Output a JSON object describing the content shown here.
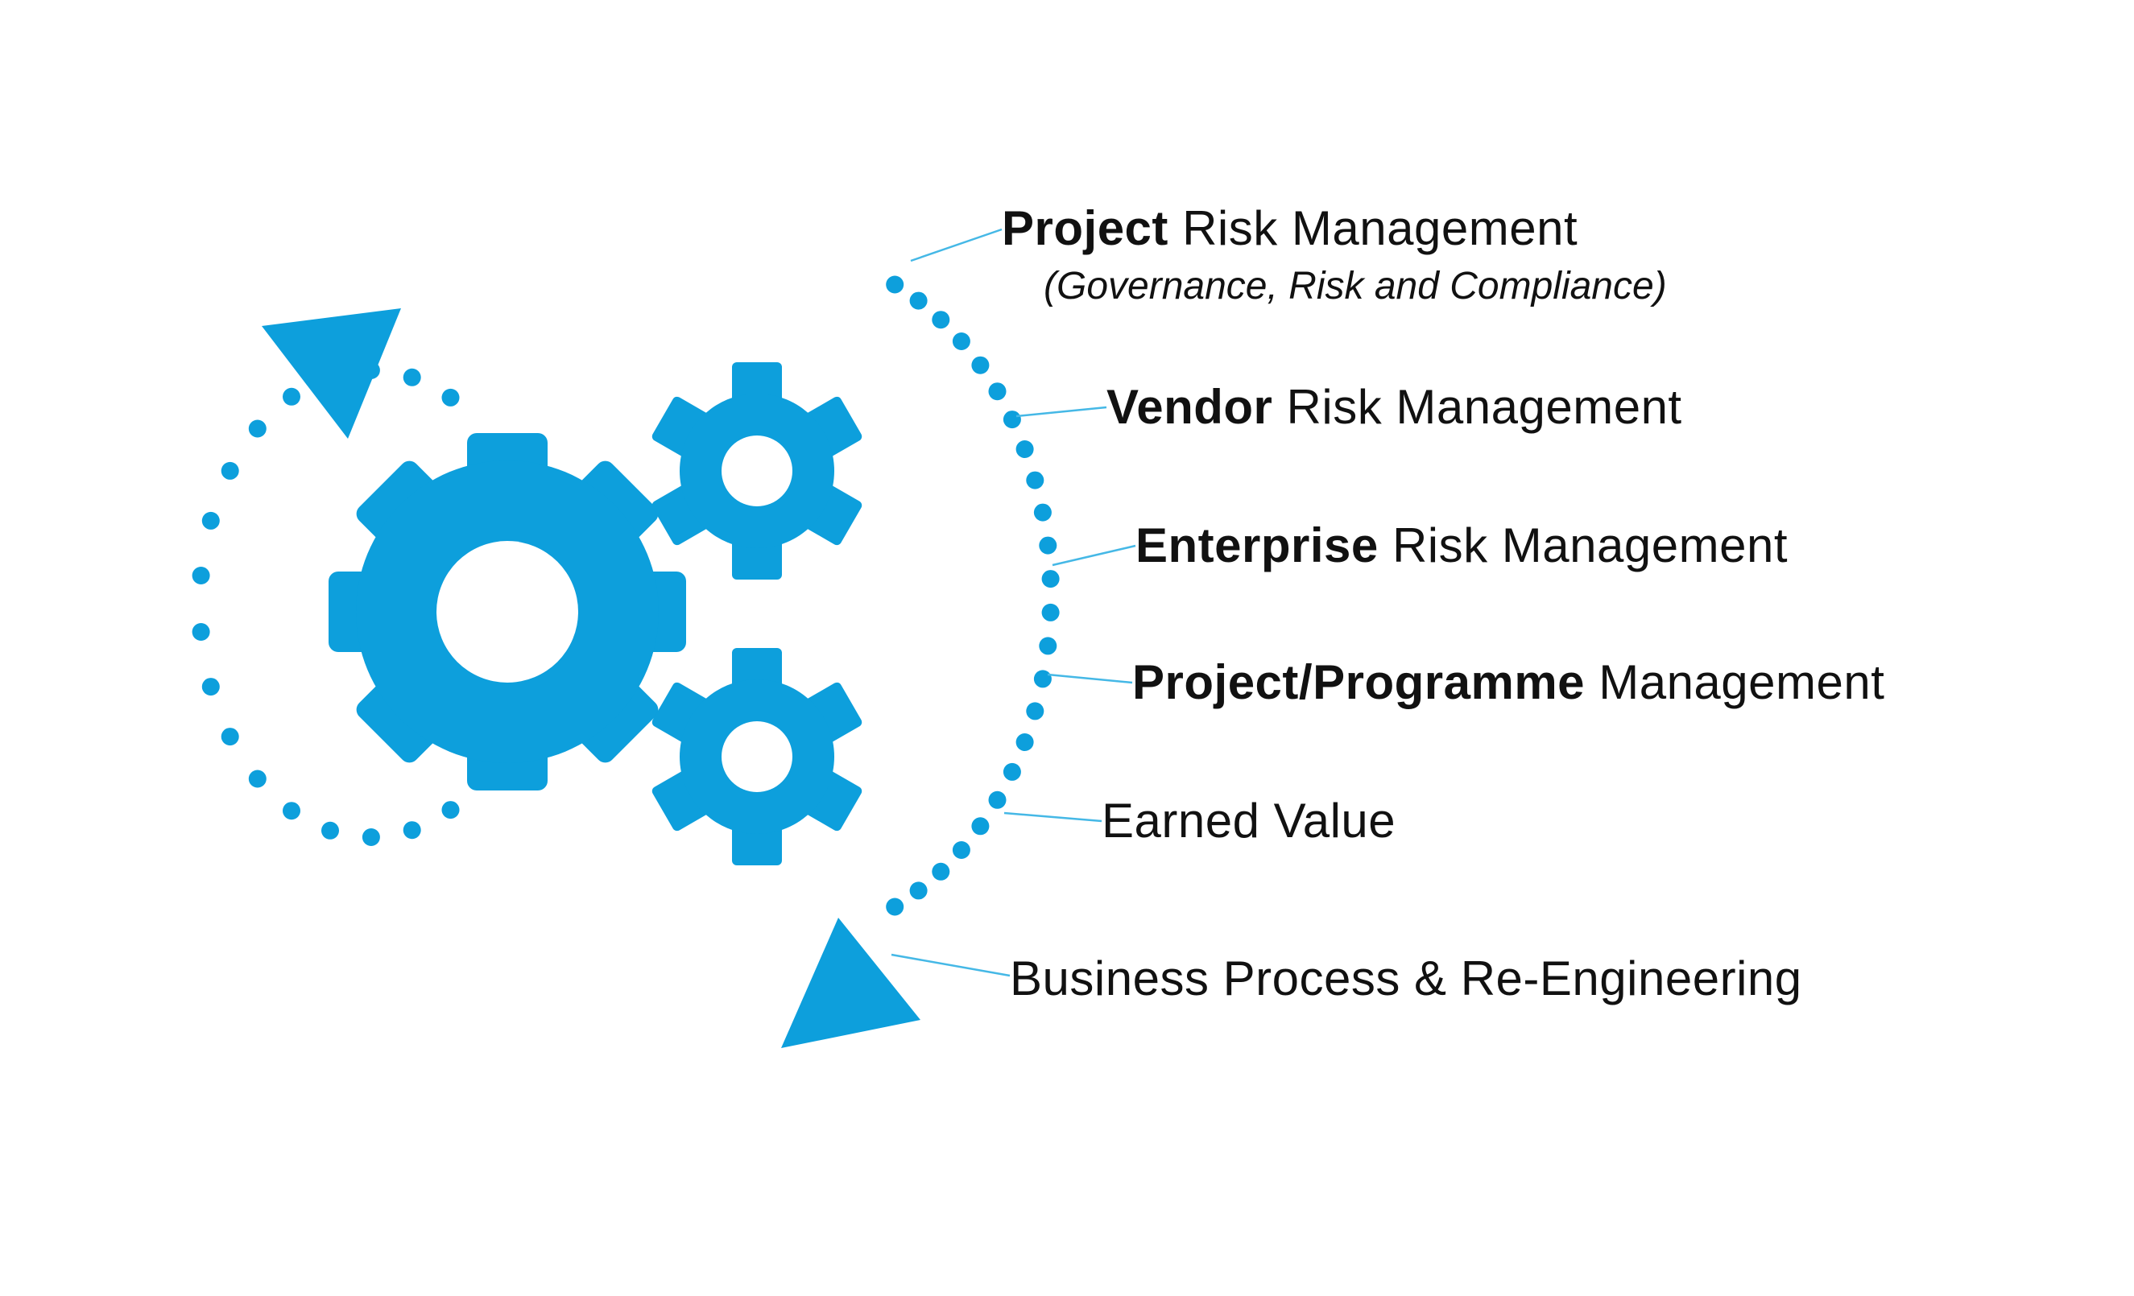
{
  "colors": {
    "accent": "#0d9fdc",
    "text": "#111111",
    "connector": "#45b8e6"
  },
  "icons": {
    "gears": "gears-icon",
    "arrows": "cycle-arrows"
  },
  "items": [
    {
      "bold": "Project",
      "regular": " Risk Management",
      "sub": "(Governance, Risk and Compliance)"
    },
    {
      "bold": "Vendor",
      "regular": " Risk Management"
    },
    {
      "bold": "Enterprise",
      "regular": " Risk Management"
    },
    {
      "bold": "Project/Programme",
      "regular": " Management"
    },
    {
      "bold": "",
      "regular": "Earned Value"
    },
    {
      "bold": "",
      "regular": "Business Process & Re-Engineering"
    }
  ]
}
